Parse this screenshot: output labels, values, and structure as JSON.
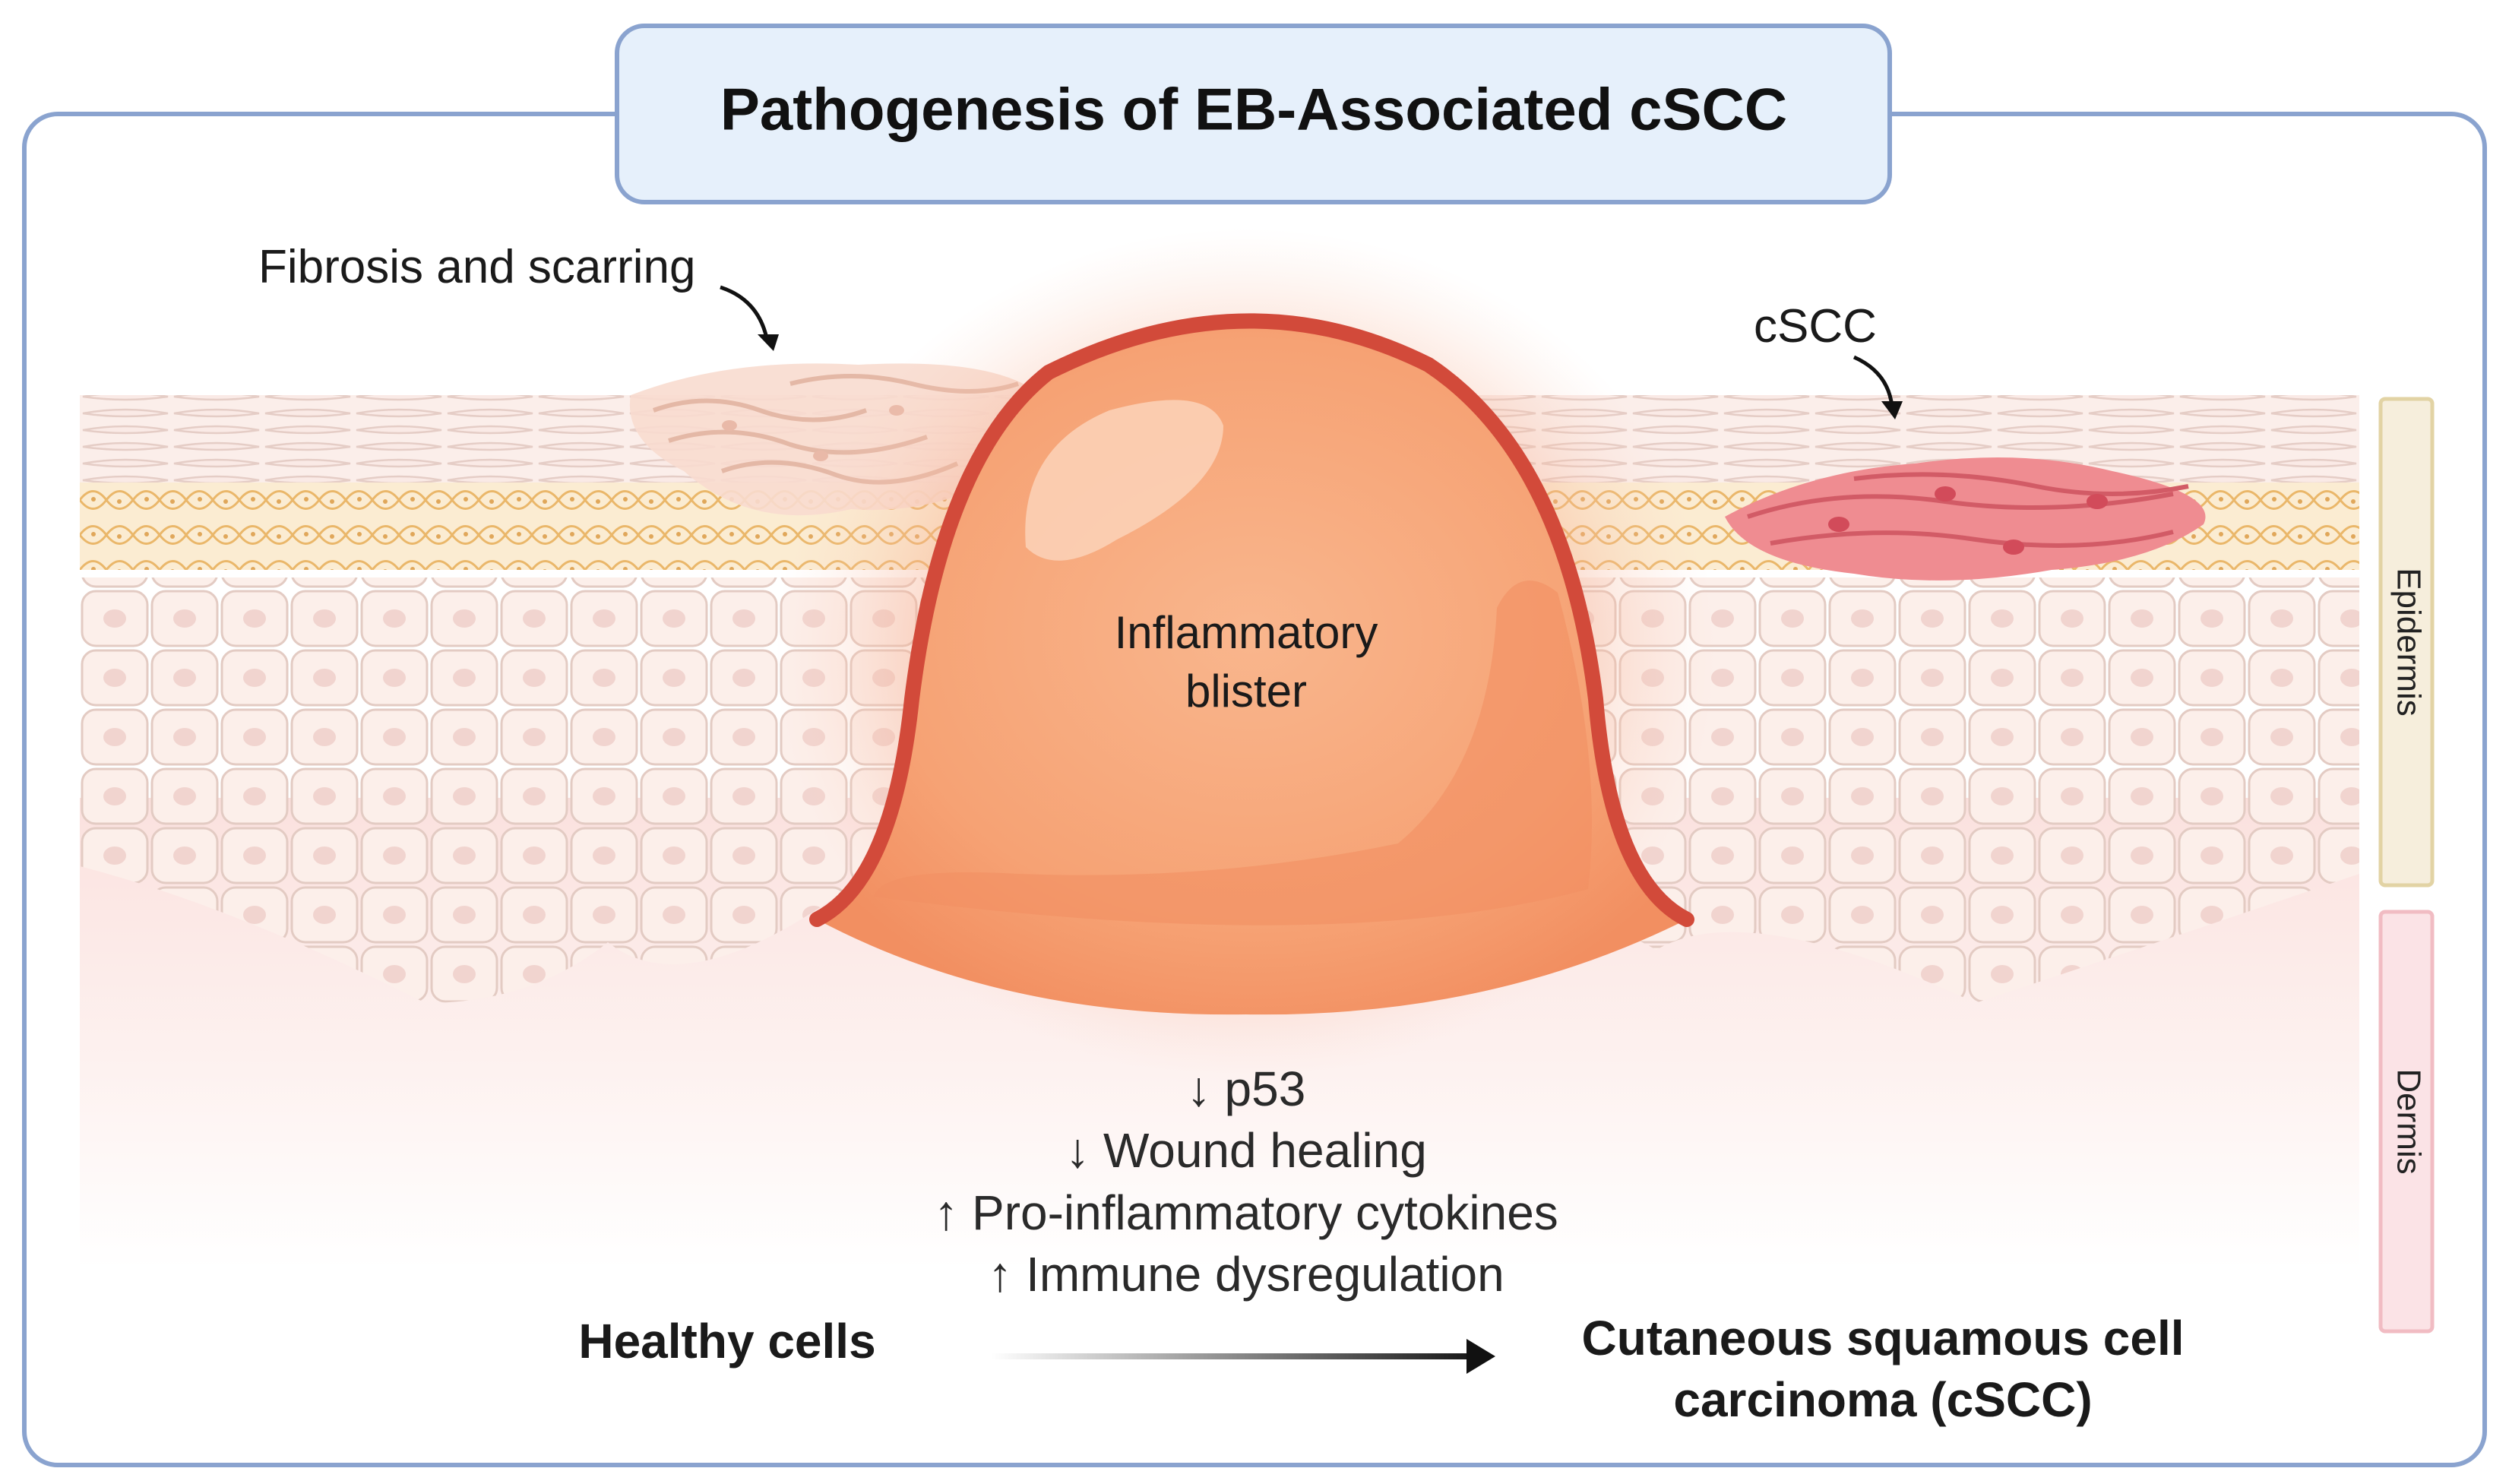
{
  "title": "Pathogenesis of EB-Associated cSCC",
  "annotations": {
    "fibrosis": "Fibrosis and scarring",
    "cscc": "cSCC"
  },
  "blister": {
    "line1": "Inflammatory",
    "line2": "blister"
  },
  "factors": [
    "↓ p53",
    "↓ Wound healing",
    "↑ Pro-inflammatory cytokines",
    "↑ Immune dysregulation"
  ],
  "progression": {
    "from": "Healthy cells",
    "to_line1": "Cutaneous squamous cell",
    "to_line2": "carcinoma (cSCC)"
  },
  "layers": {
    "epidermis": "Epidermis",
    "dermis": "Dermis"
  },
  "colors": {
    "frame": "#8aa3cf",
    "title_fill": "#e6f0fb",
    "blister": "#f7a677",
    "blister_rim": "#d24a3a",
    "tumor": "#ec7f86",
    "epidermis_bar": "#f6eedc",
    "dermis_bar": "#fbe3e6"
  }
}
